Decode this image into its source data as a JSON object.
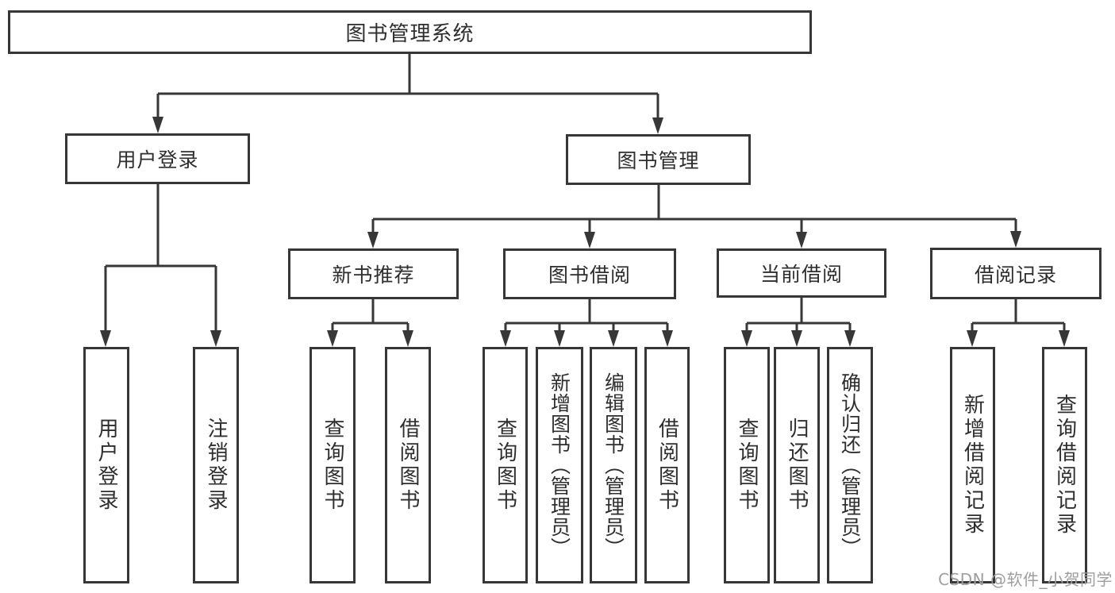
{
  "diagram_title": "图书管理系统",
  "tree": {
    "label": "图书管理系统",
    "children": [
      {
        "label": "用户登录",
        "children": [
          {
            "label": "用户登录"
          },
          {
            "label": "注销登录"
          }
        ]
      },
      {
        "label": "图书管理",
        "children": [
          {
            "label": "新书推荐",
            "children": [
              {
                "label": "查询图书"
              },
              {
                "label": "借阅图书"
              }
            ]
          },
          {
            "label": "图书借阅",
            "children": [
              {
                "label": "查询图书"
              },
              {
                "label": "新增图书（管理员）"
              },
              {
                "label": "编辑图书（管理员）"
              },
              {
                "label": "借阅图书"
              }
            ]
          },
          {
            "label": "当前借阅",
            "children": [
              {
                "label": "查询图书"
              },
              {
                "label": "归还图书"
              },
              {
                "label": "确认归还（管理员）"
              }
            ]
          },
          {
            "label": "借阅记录",
            "children": [
              {
                "label": "新增借阅记录"
              },
              {
                "label": "查询借阅记录"
              }
            ]
          }
        ]
      }
    ]
  },
  "watermark": {
    "text": "CSDN @软件_小贺同学"
  },
  "colors": {
    "line": "#373737",
    "border": "#373737",
    "text": "#2e2e2e",
    "watermark_text": "#9e9e9e",
    "background": "#ffffff"
  }
}
